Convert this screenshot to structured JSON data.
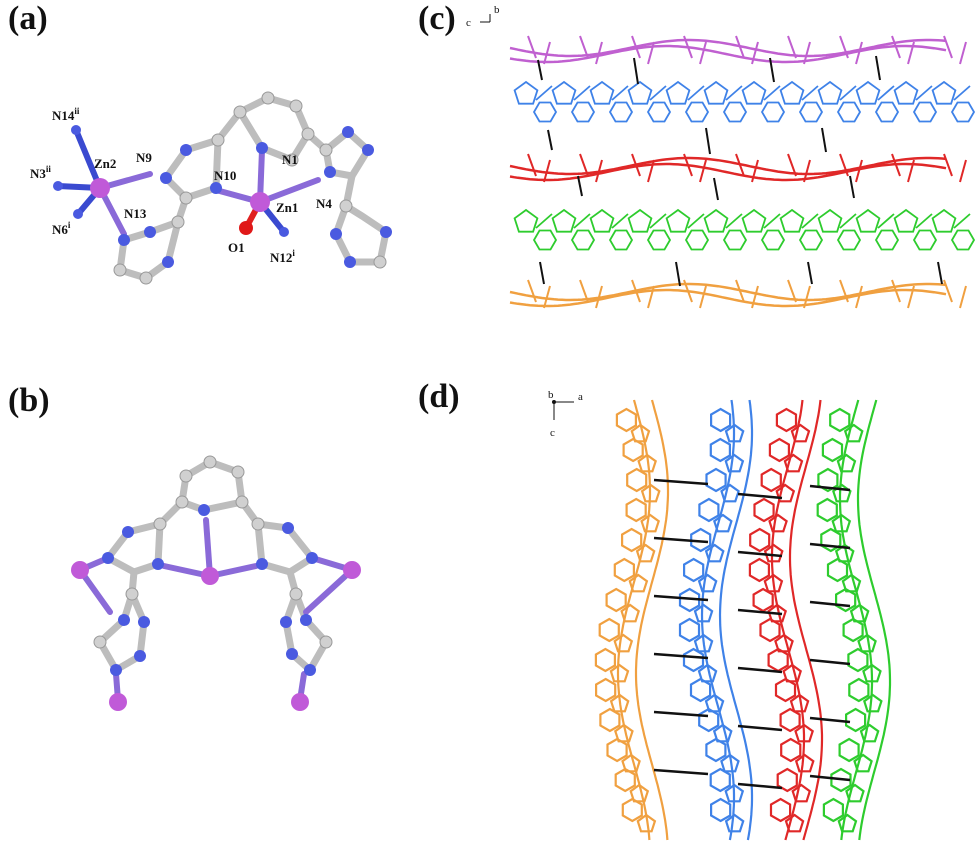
{
  "panels": {
    "a": {
      "label": "(a)"
    },
    "b": {
      "label": "(b)"
    },
    "c": {
      "label": "(c)"
    },
    "d": {
      "label": "(d)"
    }
  },
  "atom_labels": {
    "N14": "N14",
    "N14_sup": "ii",
    "N3": "N3",
    "N3_sup": "ii",
    "N6": "N6",
    "N6_sup": "i",
    "Zn2": "Zn2",
    "N9": "N9",
    "N13": "N13",
    "N10": "N10",
    "N1": "N1",
    "Zn1": "Zn1",
    "N4": "N4",
    "O1": "O1",
    "N12": "N12",
    "N12_sup": "i"
  },
  "axes_c": {
    "b": "b",
    "c": "c"
  },
  "axes_d": {
    "b": "b",
    "a": "a",
    "c": "c"
  },
  "colors": {
    "carbon": "#c8c8c8",
    "nitrogen": "#4a5ae0",
    "zinc": "#c05ad8",
    "oxygen": "#e01818",
    "bond_light": "#bfbfbf",
    "chain_violet": "#c060d0",
    "chain_blue": "#3f82e8",
    "chain_red": "#e02828",
    "chain_green": "#2ecc2e",
    "chain_orange": "#f0a040",
    "link_black": "#111111"
  },
  "icons": [
    "zinc-atom",
    "nitrogen-atom",
    "carbon-atom",
    "oxygen-atom"
  ]
}
